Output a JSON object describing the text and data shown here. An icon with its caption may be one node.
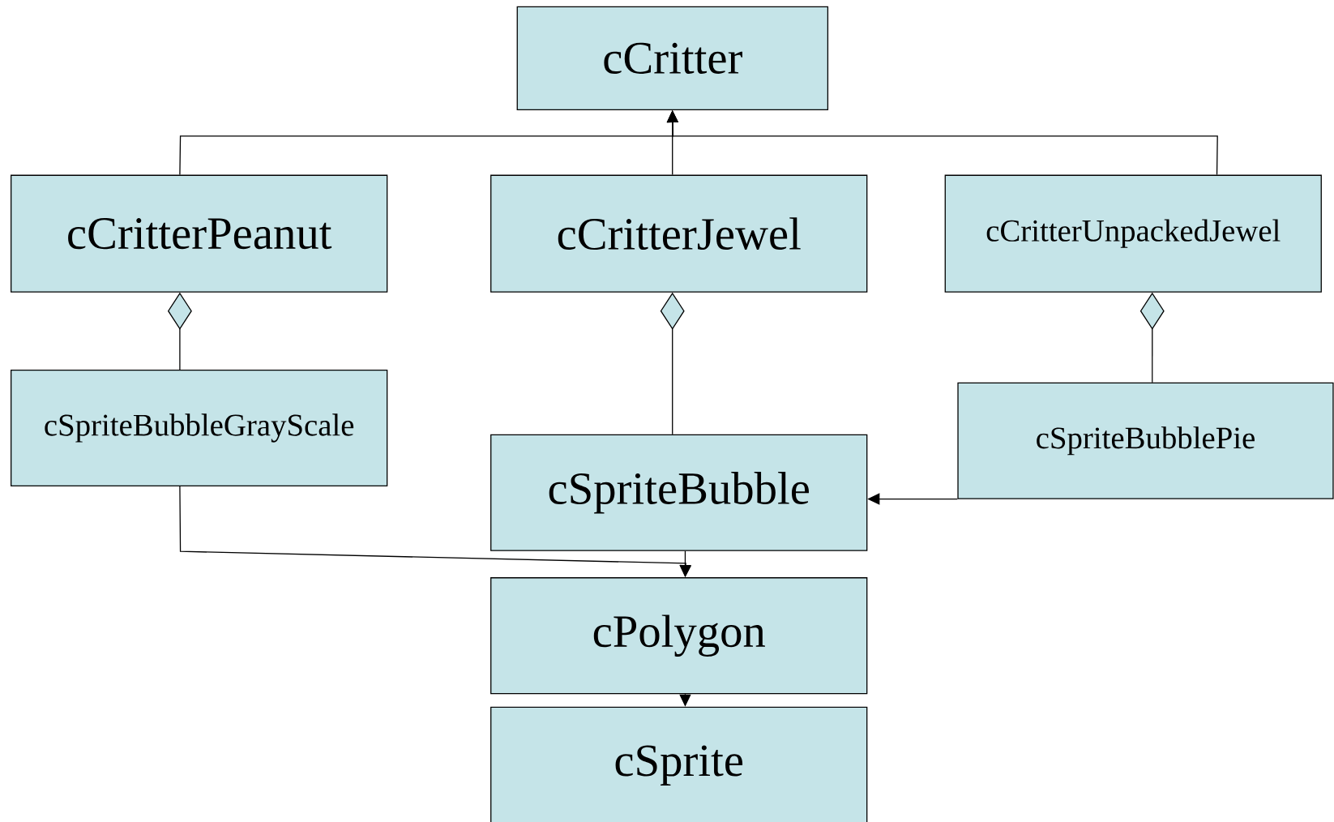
{
  "diagram": {
    "nodes": [
      {
        "text": [
          "cCritter"
        ]
      },
      {
        "text": [
          "cCritterPeanut"
        ]
      },
      {
        "text": [
          "cCritterJewel"
        ]
      },
      {
        "text": [
          "cCritterUnpackedJewel"
        ]
      },
      {
        "text": [
          "cSpriteBubbleGrayScale"
        ]
      },
      {
        "text": [
          "cSpriteBubble"
        ]
      },
      {
        "text": [
          "cSpriteBubblePie"
        ]
      },
      {
        "text": [
          "cPolygon"
        ]
      },
      {
        "text": [
          "cSprite"
        ]
      }
    ],
    "edges": [
      {
        "from": 1,
        "to": 0,
        "arrow": "to"
      },
      {
        "from": 2,
        "to": 0,
        "arrow": "to"
      },
      {
        "from": 3,
        "to": 0,
        "arrow": "to"
      },
      {
        "from": 1,
        "to": 4,
        "arrow": "other"
      },
      {
        "from": 2,
        "to": 5,
        "arrow": "other"
      },
      {
        "from": 3,
        "to": 6,
        "arrow": "other"
      },
      {
        "from": 6,
        "to": 5,
        "arrow": "to"
      },
      {
        "from": 4,
        "to": 7,
        "arrow": "to"
      },
      {
        "from": 5,
        "to": 7,
        "arrow": "to"
      },
      {
        "from": 7,
        "to": 8,
        "arrow": "to"
      }
    ]
  }
}
